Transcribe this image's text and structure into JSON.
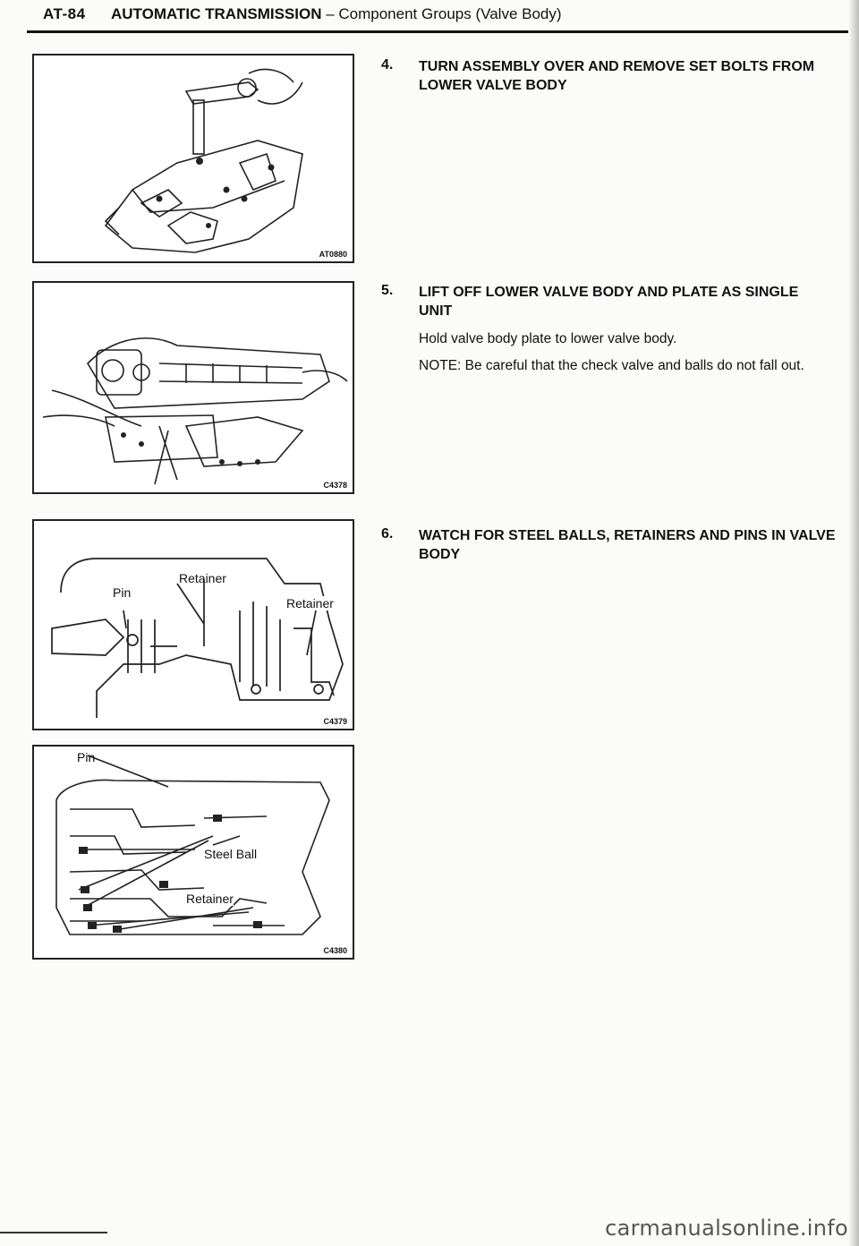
{
  "header": {
    "page_code": "AT-84",
    "title_bold": "AUTOMATIC TRANSMISSION",
    "title_rest": " – Component Groups (Valve Body)"
  },
  "figures": [
    {
      "code": "AT0880"
    },
    {
      "code": "C4378"
    },
    {
      "code": "C4379",
      "labels": {
        "pin": "Pin",
        "retainer_left": "Retainer",
        "retainer_right": "Retainer"
      }
    },
    {
      "code": "C4380",
      "labels": {
        "pin": "Pin",
        "steel_ball": "Steel Ball",
        "retainer": "Retainer"
      }
    }
  ],
  "steps": [
    {
      "num": "4.",
      "title": "TURN ASSEMBLY OVER AND REMOVE SET BOLTS FROM LOWER VALVE BODY"
    },
    {
      "num": "5.",
      "title": "LIFT OFF LOWER VALVE BODY AND PLATE AS SINGLE UNIT",
      "text": "Hold valve body plate to lower valve body.",
      "note": "NOTE:   Be careful that the check valve and balls do not fall out."
    },
    {
      "num": "6.",
      "title": "WATCH FOR STEEL BALLS, RETAINERS AND PINS IN VALVE BODY"
    }
  ],
  "footer": {
    "brand": "carmanualsonline.info"
  }
}
